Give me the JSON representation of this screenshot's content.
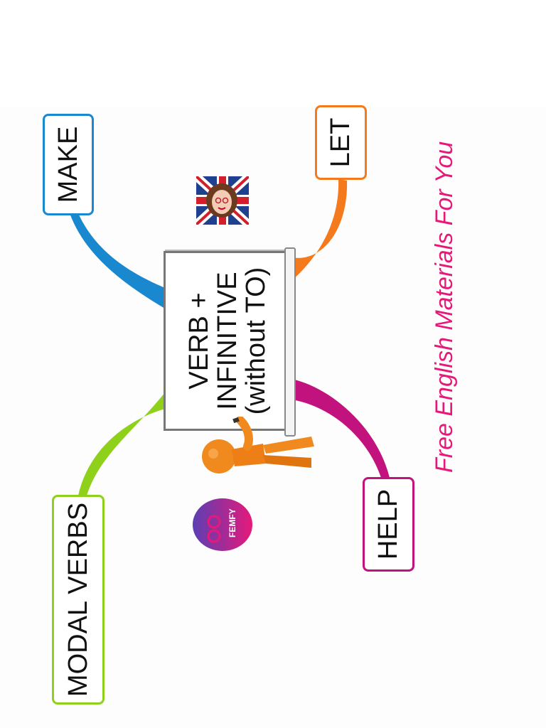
{
  "central_topic": {
    "line1": "VERB +",
    "line2": "INFINITIVE",
    "line3": "(without TO)"
  },
  "branches": [
    {
      "label": "MAKE",
      "color": "#1a88cf"
    },
    {
      "label": "LET",
      "color": "#f57a1d"
    },
    {
      "label": "HELP",
      "color": "#c2127e"
    },
    {
      "label": "MODAL VERBS",
      "color": "#8fd11a"
    }
  ],
  "tagline": "Free English Materials For You",
  "logo": {
    "text": "FEMFY",
    "colors": [
      "#5b3fb3",
      "#e6197a"
    ]
  },
  "colors": {
    "tagline": "#e6197a",
    "background": "#fdfdfd"
  },
  "icons": [
    "uk-flag-teacher-avatar",
    "femfy-glasses-logo",
    "orange-person-pointing"
  ]
}
